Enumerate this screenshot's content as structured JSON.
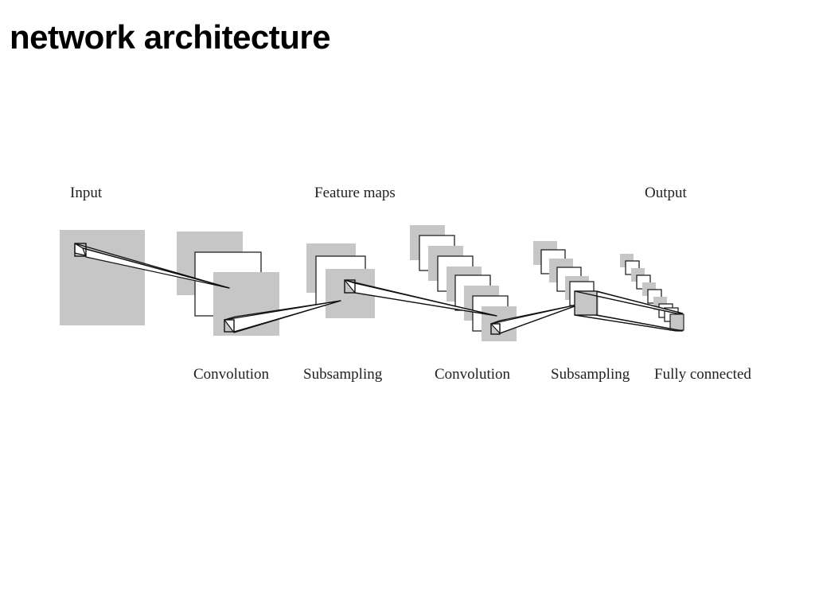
{
  "slide": {
    "title": "network architecture"
  },
  "diagram": {
    "labels": {
      "input": "Input",
      "feature_maps": "Feature maps",
      "output": "Output",
      "convolution_1": "Convolution",
      "subsampling_1": "Subsampling",
      "convolution_2": "Convolution",
      "subsampling_2": "Subsampling",
      "fully_connected": "Fully connected"
    },
    "colors": {
      "map_gray": "#c6c6c6",
      "map_white": "#ffffff",
      "line": "#111111"
    }
  }
}
